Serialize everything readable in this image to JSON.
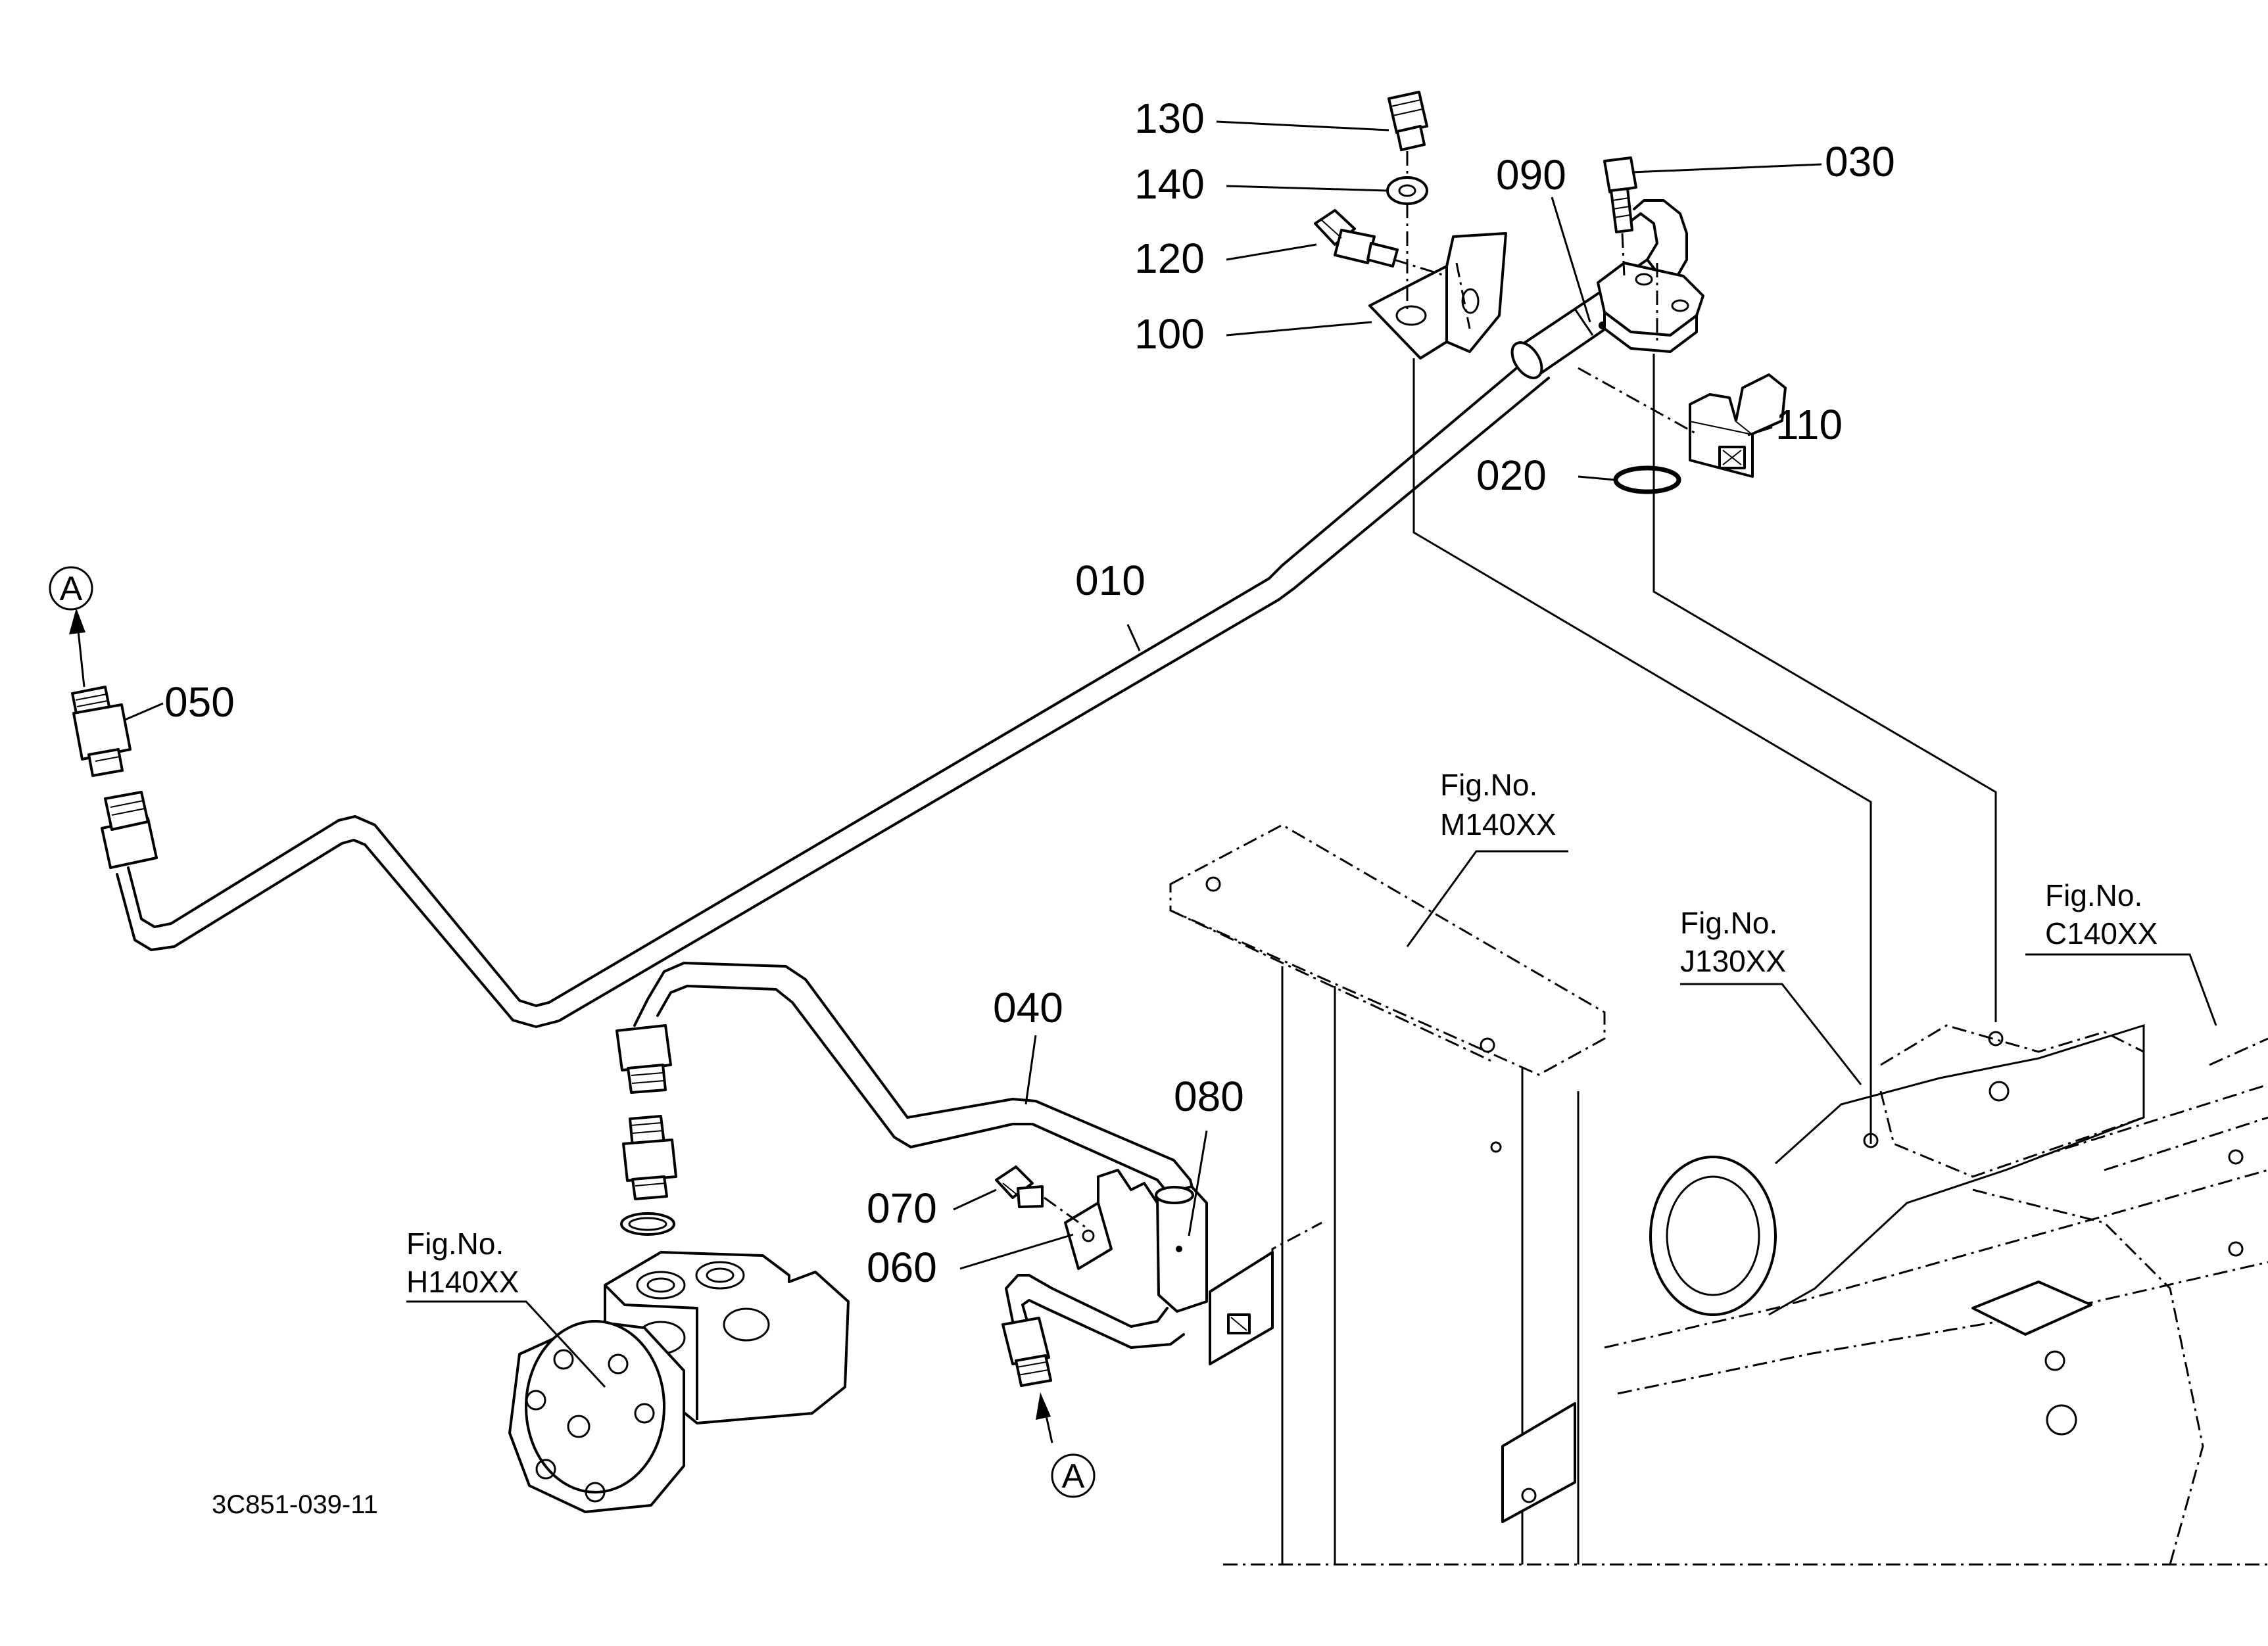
{
  "drawing_code": "3C851-039-11",
  "part_labels": {
    "p010": "010",
    "p020": "020",
    "p030": "030",
    "p040": "040",
    "p050": "050",
    "p060": "060",
    "p070": "070",
    "p080": "080",
    "p090": "090",
    "p100": "100",
    "p110": "110",
    "p120": "120",
    "p130": "130",
    "p140": "140"
  },
  "figure_refs": {
    "m140": {
      "prefix": "Fig.No.",
      "code": "M140XX"
    },
    "j130": {
      "prefix": "Fig.No.",
      "code": "J130XX"
    },
    "c140": {
      "prefix": "Fig.No.",
      "code": "C140XX"
    },
    "h140": {
      "prefix": "Fig.No.",
      "code": "H140XX"
    }
  },
  "callouts": {
    "top_left": "A",
    "bottom": "A"
  }
}
